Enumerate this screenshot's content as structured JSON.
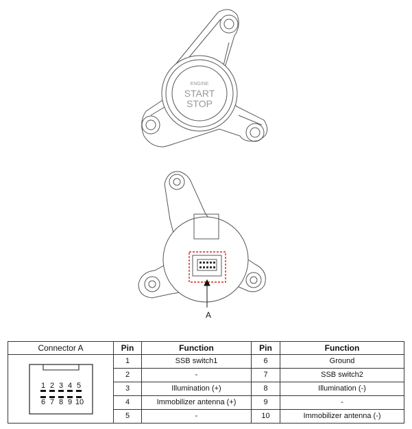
{
  "button": {
    "line1": "ENGINE",
    "line2": "START",
    "line3": "STOP"
  },
  "callout": "A",
  "table": {
    "connector_header": "Connector A",
    "headers": [
      "Pin",
      "Function",
      "Pin",
      "Function"
    ],
    "rows": [
      {
        "pin_a": "1",
        "func_a": "SSB switch1",
        "pin_b": "6",
        "func_b": "Ground"
      },
      {
        "pin_a": "2",
        "func_a": "-",
        "pin_b": "7",
        "func_b": "SSB switch2"
      },
      {
        "pin_a": "3",
        "func_a": "Illumination (+)",
        "pin_b": "8",
        "func_b": "Illumination (-)"
      },
      {
        "pin_a": "4",
        "func_a": "Immobilizer antenna (+)",
        "pin_b": "9",
        "func_b": "-"
      },
      {
        "pin_a": "5",
        "func_a": "-",
        "pin_b": "10",
        "func_b": "Immobilizer antenna (-)"
      }
    ],
    "connector_top_pins": [
      "1",
      "2",
      "3",
      "4",
      "5"
    ],
    "connector_bottom_pins": [
      "6",
      "7",
      "8",
      "9",
      "10"
    ]
  }
}
